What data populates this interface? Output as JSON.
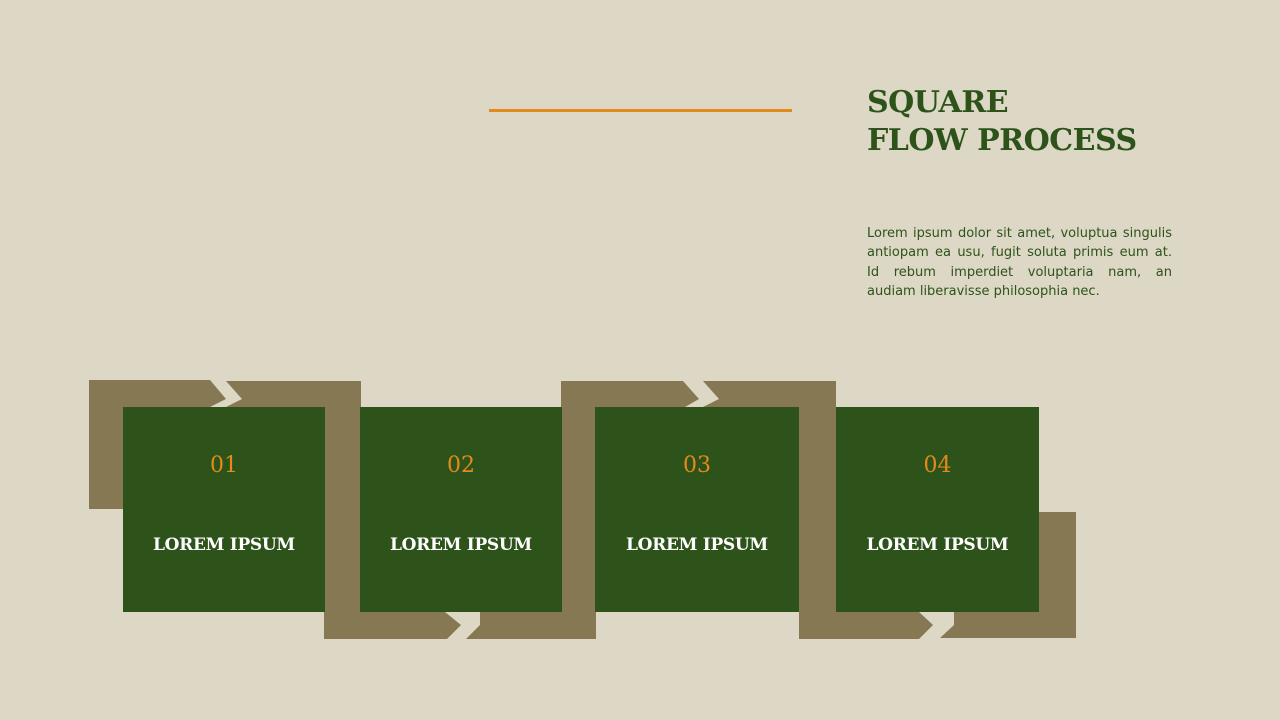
{
  "header": {
    "title_line1": "SQUARE",
    "title_line2": "FLOW PROCESS",
    "description": "Lorem ipsum dolor sit amet, voluptua singulis antiopam ea usu, fugit soluta primis eum at. Id rebum imperdiet voluptaria nam, an audiam liberavisse philosophia nec."
  },
  "steps": [
    {
      "number": "01",
      "label": "LOREM IPSUM"
    },
    {
      "number": "02",
      "label": "LOREM IPSUM"
    },
    {
      "number": "03",
      "label": "LOREM IPSUM"
    },
    {
      "number": "04",
      "label": "LOREM IPSUM"
    }
  ],
  "colors": {
    "background": "#ddd7c5",
    "card": "#2d531a",
    "frame": "#857852",
    "accent": "#e38a1c",
    "label": "#ffffff"
  }
}
